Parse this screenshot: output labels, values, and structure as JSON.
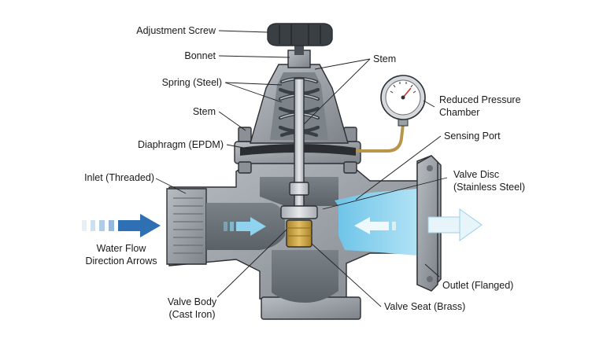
{
  "diagram": {
    "labels": {
      "adjustment_screw": "Adjustment Screw",
      "bonnet": "Bonnet",
      "spring": "Spring (Steel)",
      "stem_left": "Stem",
      "diaphragm": "Diaphragm (EPDM)",
      "inlet": "Inlet (Threaded)",
      "water_flow_1": "Water Flow",
      "water_flow_2": "Direction Arrows",
      "valve_body_1": "Valve Body",
      "valve_body_2": "(Cast Iron)",
      "stem_right": "Stem",
      "reduced_pressure_1": "Reduced Pressure",
      "reduced_pressure_2": "Chamber",
      "sensing_port": "Sensing Port",
      "valve_disc_1": "Valve Disc",
      "valve_disc_2": "(Stainless Steel)",
      "outlet": "Outlet (Flanged)",
      "valve_seat": "Valve Seat (Brass)"
    },
    "colors": {
      "iron": "#9aa0a6",
      "iron_dark": "#5f666c",
      "cavity": "#6d747a",
      "water": "#8fd3ee",
      "inflow_arrow": "#3d7fc1",
      "brass": "#c9a23f",
      "steel": "#c7cbcf"
    }
  }
}
